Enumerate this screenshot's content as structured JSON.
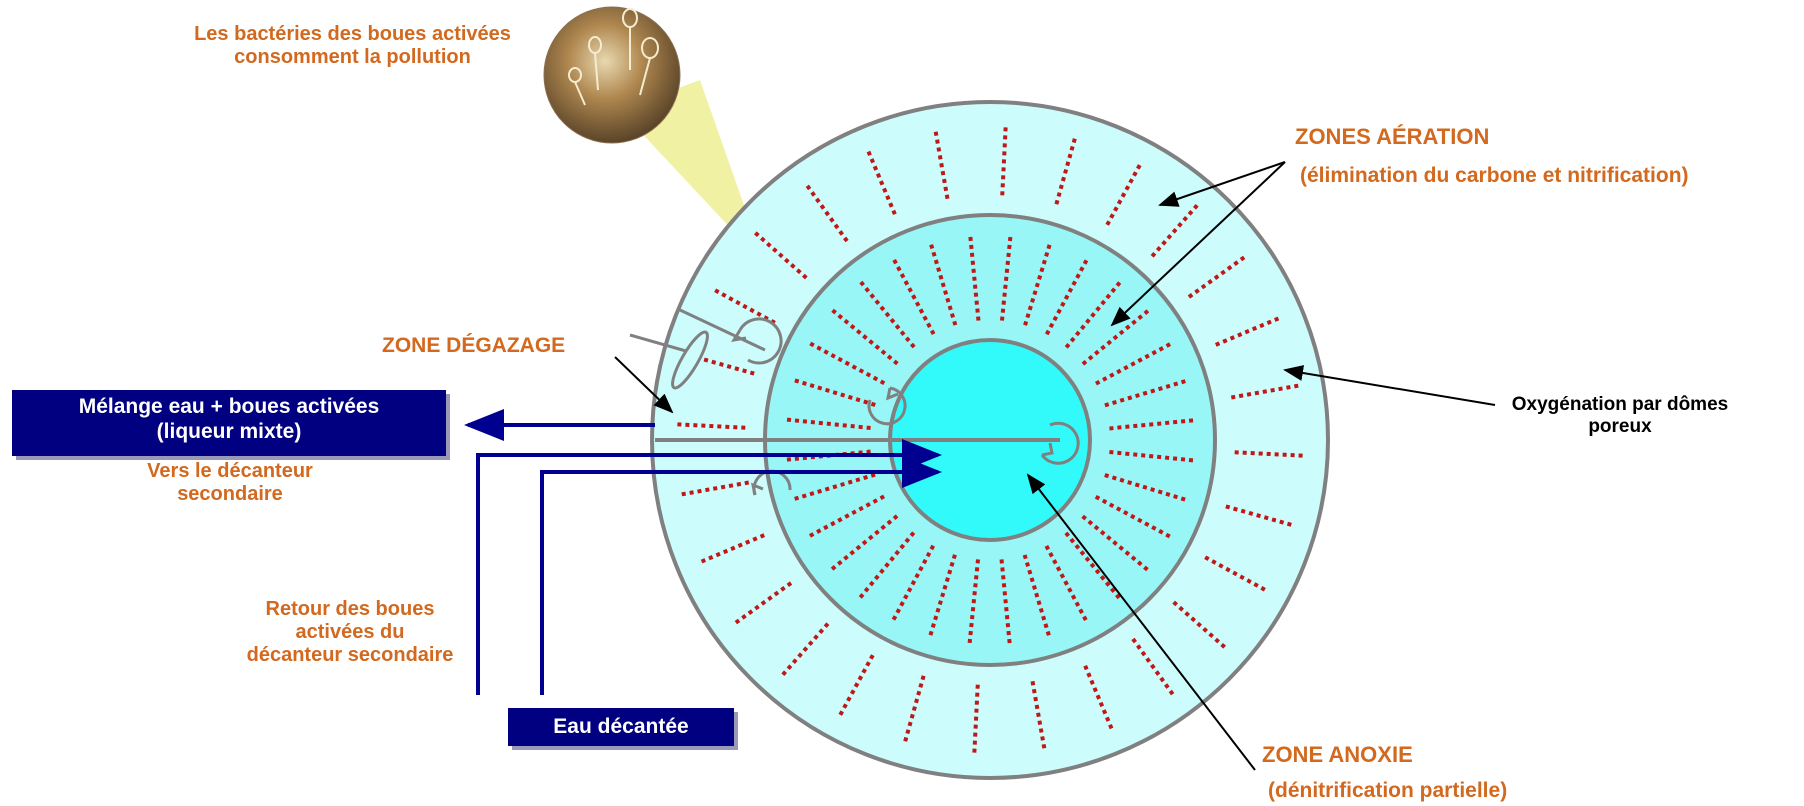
{
  "labels": {
    "bacteria": "Les bactéries des boues activées consomment la pollution",
    "zones_aeration": "ZONES AÉRATION",
    "zones_aeration_desc": "(élimination du carbone et nitrification)",
    "zone_degazage": "ZONE DÉGAZAGE",
    "oxygenation": "Oxygénation par dômes poreux",
    "vers_decanteur": "Vers le décanteur secondaire",
    "retour_boues": "Retour des boues activées du décanteur secondaire",
    "zone_anoxie": "ZONE ANOXIE",
    "zone_anoxie_desc": "(dénitrification partielle)"
  },
  "boxes": {
    "melange_line1": "Mélange eau + boues activées",
    "melange_line2": "(liqueur mixte)",
    "eau_decantee": "Eau décantée"
  },
  "colors": {
    "label_orange": "#d2691e",
    "outer_ring": "#ccfcfc",
    "middle_ring": "#99f6f6",
    "center_zone": "#33fafa",
    "diffuser_dash": "#c01818",
    "pipe_blue": "#000090",
    "box_blue": "#000080",
    "ring_border": "#808080"
  }
}
